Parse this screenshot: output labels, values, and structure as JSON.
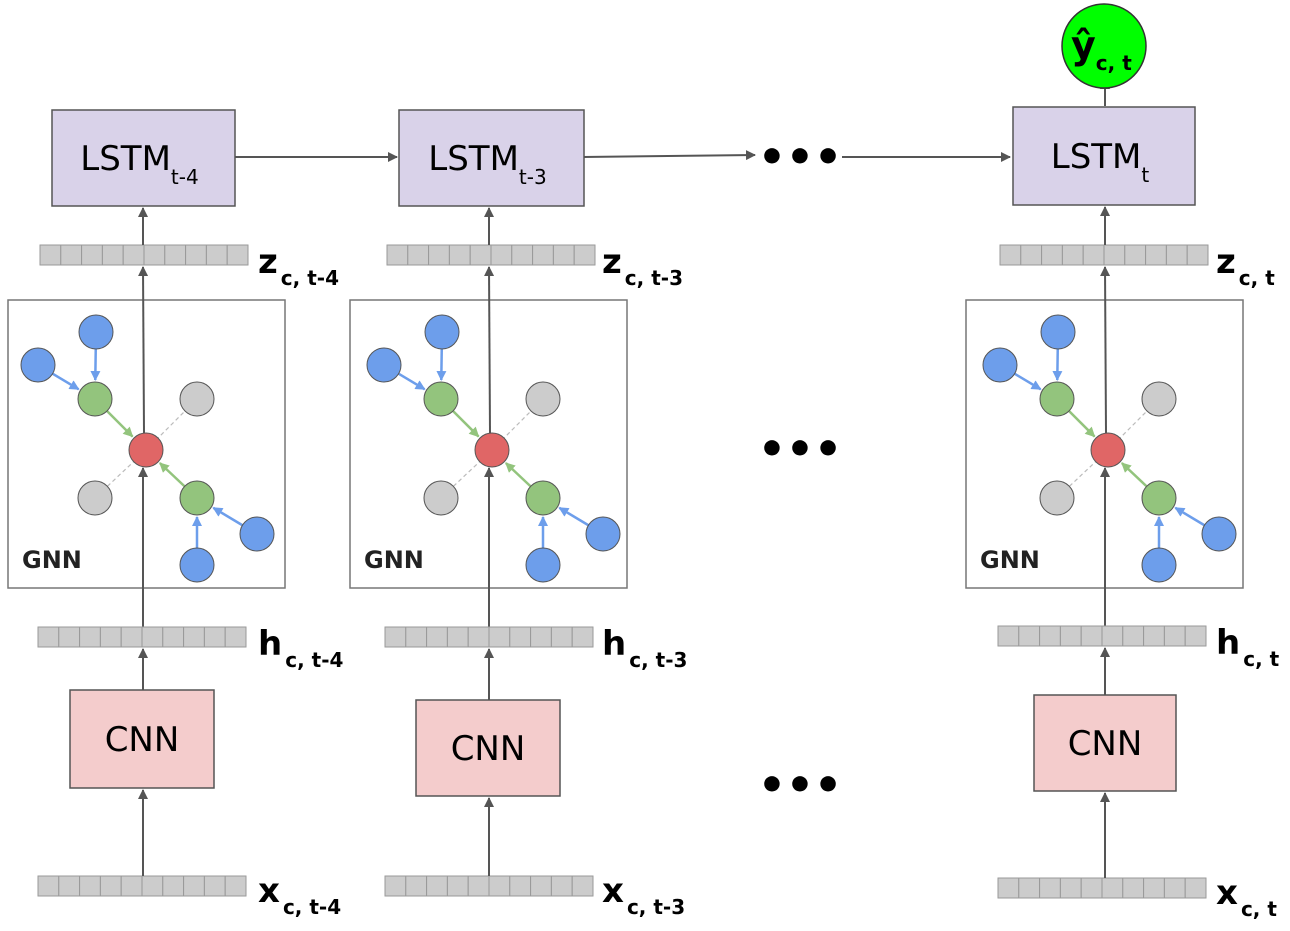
{
  "columns": [
    {
      "lstm": {
        "main": "LSTM",
        "sub": "t-4"
      },
      "gnn_label": "GNN",
      "cnn_label": "CNN",
      "z": {
        "main": "z",
        "sub": "c, t-4"
      },
      "h": {
        "main": "h",
        "sub": "c, t-4"
      },
      "x": {
        "main": "x",
        "sub": "c, t-4"
      }
    },
    {
      "lstm": {
        "main": "LSTM",
        "sub": "t-3"
      },
      "gnn_label": "GNN",
      "cnn_label": "CNN",
      "z": {
        "main": "z",
        "sub": "c, t-3"
      },
      "h": {
        "main": "h",
        "sub": "c, t-3"
      },
      "x": {
        "main": "x",
        "sub": "c, t-3"
      }
    },
    {
      "lstm": {
        "main": "LSTM",
        "sub": "t"
      },
      "gnn_label": "GNN",
      "cnn_label": "CNN",
      "z": {
        "main": "z",
        "sub": "c, t"
      },
      "h": {
        "main": "h",
        "sub": "c, t"
      },
      "x": {
        "main": "x",
        "sub": "c, t"
      }
    }
  ],
  "output": {
    "main": "ŷ",
    "sub": "c, t"
  },
  "ellipsis": "•••",
  "colors": {
    "lstm_fill": "#d9d2e9",
    "cnn_fill": "#f4cccc",
    "vector_fill": "#cccccc",
    "output_fill": "#00ff00",
    "center_node": "#e06666",
    "green_node": "#93c47d",
    "blue_node": "#6d9eeb",
    "gray_node": "#cccccc",
    "arrow": "#555555"
  }
}
